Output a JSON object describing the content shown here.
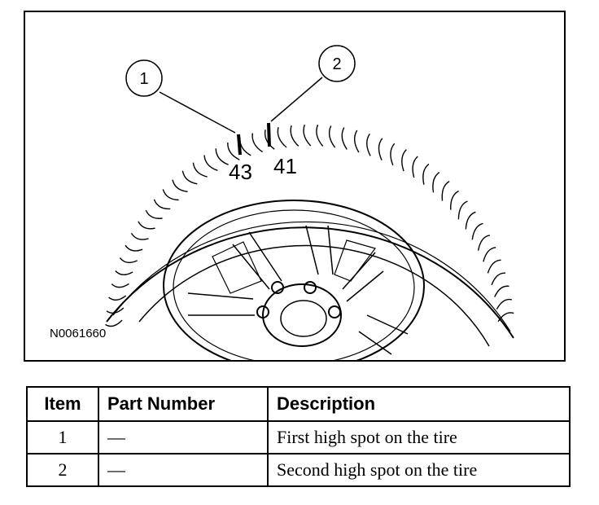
{
  "figure": {
    "id": "N0061660",
    "callouts": [
      "1",
      "2"
    ],
    "marks": [
      "43",
      "41"
    ]
  },
  "table": {
    "headers": [
      "Item",
      "Part Number",
      "Description"
    ],
    "rows": [
      {
        "item": "1",
        "part_number": "—",
        "description": "First high spot on the tire"
      },
      {
        "item": "2",
        "part_number": "—",
        "description": "Second high spot on the tire"
      }
    ]
  }
}
